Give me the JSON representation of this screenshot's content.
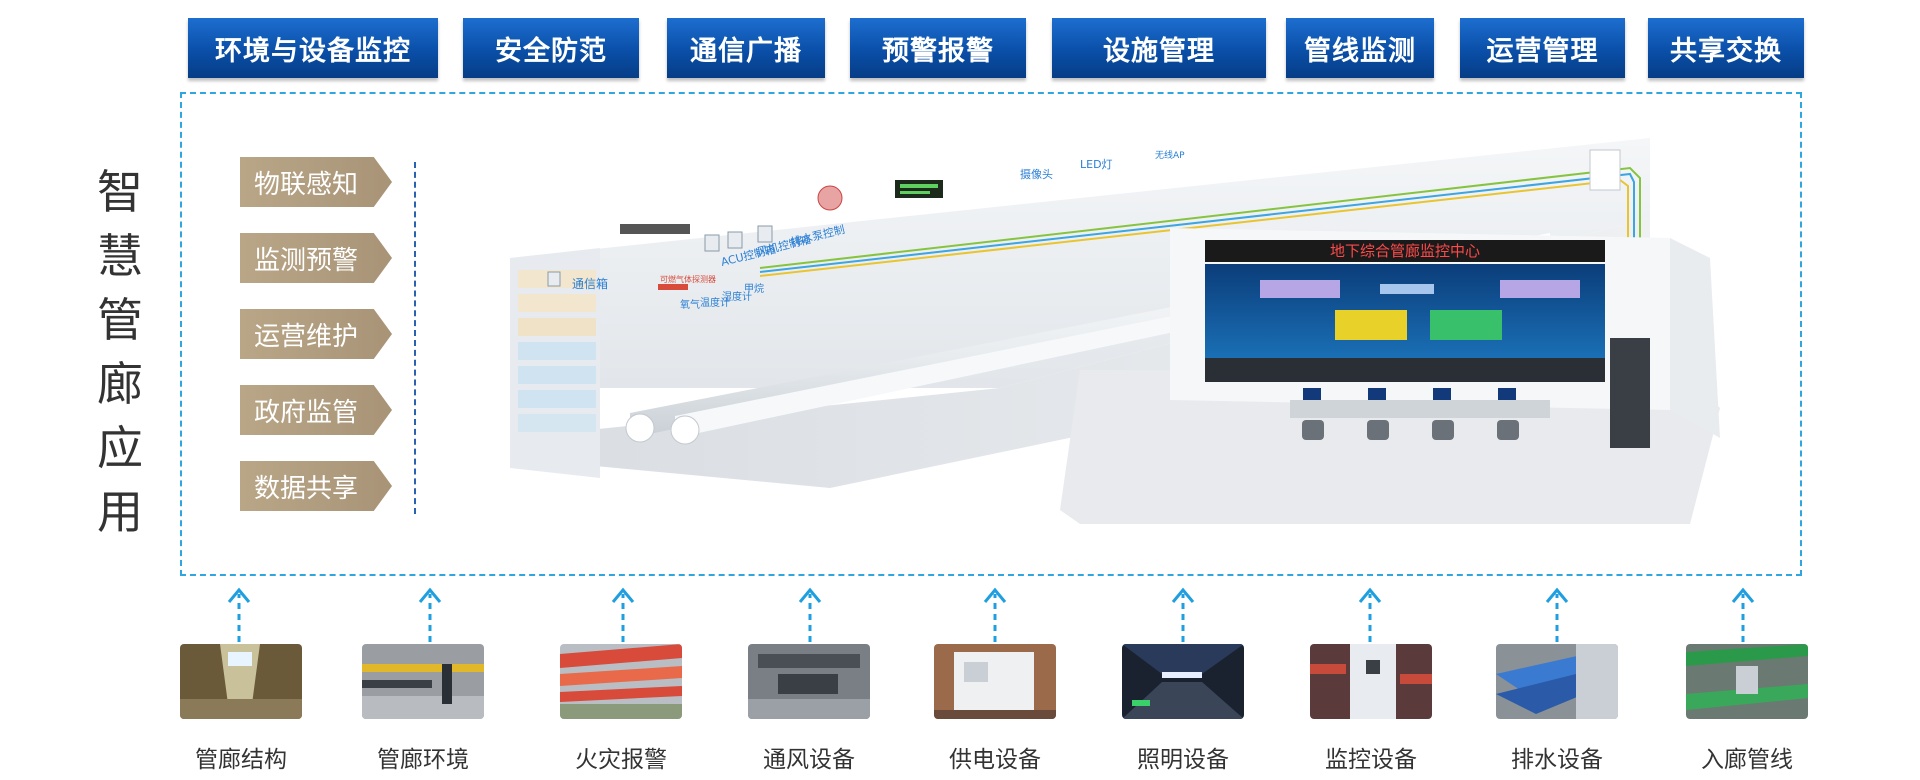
{
  "top_modules": [
    {
      "label": "环境与设备监控"
    },
    {
      "label": "安全防范"
    },
    {
      "label": "通信广播"
    },
    {
      "label": "预警报警"
    },
    {
      "label": "设施管理"
    },
    {
      "label": "管线监测"
    },
    {
      "label": "运营管理"
    },
    {
      "label": "共享交换"
    }
  ],
  "title_chars": [
    "智",
    "慧",
    "管",
    "廊",
    "应",
    "用"
  ],
  "features": [
    "物联感知",
    "监测预警",
    "运营维护",
    "政府监管",
    "数据共享"
  ],
  "scene_labels": {
    "comm_box": "通信箱",
    "acu_box": "ACU控制箱",
    "fan_box": "风机控制箱",
    "pump_box": "排水泵控制",
    "camera": "摄像头",
    "led": "LED灯",
    "wifi": "无线AP",
    "oxygen": "氧气",
    "temperature": "温度计",
    "humidity": "湿度计",
    "methane": "甲烷",
    "sensor": "可燃气体探测器",
    "control_center": "地下综合管廊监控中心"
  },
  "devices": [
    {
      "label": "管廊结构",
      "icon": "corridor-structure-photo"
    },
    {
      "label": "管廊环境",
      "icon": "corridor-environment-photo"
    },
    {
      "label": "火灾报警",
      "icon": "fire-alarm-photo"
    },
    {
      "label": "通风设备",
      "icon": "ventilation-photo"
    },
    {
      "label": "供电设备",
      "icon": "power-supply-photo"
    },
    {
      "label": "照明设备",
      "icon": "lighting-photo"
    },
    {
      "label": "监控设备",
      "icon": "monitoring-photo"
    },
    {
      "label": "排水设备",
      "icon": "drainage-photo"
    },
    {
      "label": "入廊管线",
      "icon": "pipeline-photo"
    }
  ],
  "colors": {
    "module_blue": "#0a4fa8",
    "frame_dashed": "#30a6e0",
    "feature_tan": "#ad9a7c",
    "arrow_blue": "#1f9fe0"
  }
}
